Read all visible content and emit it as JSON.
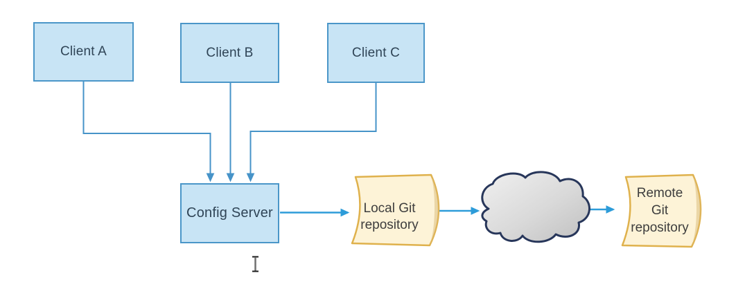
{
  "diagram": {
    "nodes": {
      "client_a": {
        "label": "Client A"
      },
      "client_b": {
        "label": "Client B"
      },
      "client_c": {
        "label": "Client C"
      },
      "config_server": {
        "label": "Config Server"
      },
      "local_git_repo": {
        "label": "Local Git\nrepository"
      },
      "network_cloud": {
        "label": ""
      },
      "remote_git_repo": {
        "label": "Remote\nGit\nrepository"
      }
    },
    "edges": [
      {
        "from": "client_a",
        "to": "config_server"
      },
      {
        "from": "client_b",
        "to": "config_server"
      },
      {
        "from": "client_c",
        "to": "config_server"
      },
      {
        "from": "config_server",
        "to": "local_git_repo"
      },
      {
        "from": "local_git_repo",
        "to": "network_cloud"
      },
      {
        "from": "network_cloud",
        "to": "remote_git_repo"
      }
    ],
    "icons": {
      "text_cursor": "i-beam-cursor"
    },
    "colors": {
      "client_fill": "#c8e4f5",
      "client_border": "#4a96c8",
      "client_text": "#2f4456",
      "repo_fill": "#fdf3d7",
      "repo_border": "#dfb14c",
      "repo_shade": "#dcbe7d",
      "repo_text": "#3d3d3d",
      "connector_blue": "#4693c8",
      "arrow_blue": "#2d9cd9",
      "cloud_outline": "#27365a",
      "cloud_fill_light": "#ececec",
      "cloud_fill_dark": "#c2c2c2"
    }
  }
}
